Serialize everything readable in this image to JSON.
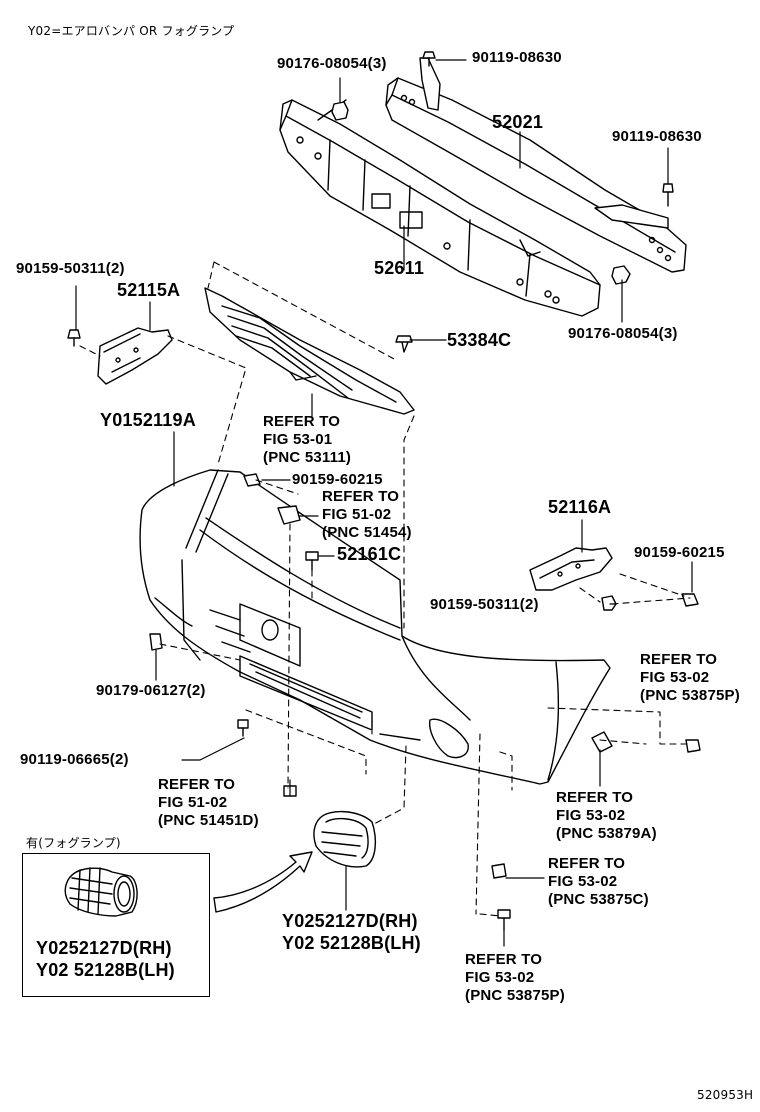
{
  "header": {
    "note": "Y02=エアロバンパ OR フォグランプ"
  },
  "footer": {
    "code": "520953H"
  },
  "labels": {
    "bolt_90176_top": "90176-08054(3)",
    "bolt_90119_top": "90119-08630",
    "reinforcement_52021": "52021",
    "bolt_90119_right": "90119-08630",
    "bolt_90159_50311_left": "90159-50311(2)",
    "absorber_52611": "52611",
    "bracket_52115A": "52115A",
    "bolt_90176_right": "90176-08054(3)",
    "clip_53384C": "53384C",
    "bumper_cover": "Y0152119A",
    "refer_53111": "REFER TO\nFIG 53-01\n(PNC 53111)",
    "clip_90159_60215_center": "90159-60215",
    "refer_51454": "REFER TO\nFIG 51-02\n(PNC 51454)",
    "bracket_52116A": "52116A",
    "clip_52161C": "52161C",
    "clip_90159_60215_right": "90159-60215",
    "bolt_90159_50311_right": "90159-50311(2)",
    "refer_53875P_right": "REFER TO\nFIG 53-02\n(PNC 53875P)",
    "nut_90179": "90179-06127(2)",
    "bolt_90119_06665": "90119-06665(2)",
    "refer_53879A": "REFER TO\nFIG 53-02\n(PNC 53879A)",
    "refer_51451D": "REFER TO\nFIG 51-02\n(PNC 51451D)",
    "refer_53875C": "REFER TO\nFIG 53-02\n(PNC 53875C)",
    "cover_fog_rh": "Y0252127D(RH)",
    "cover_fog_lh": "Y02 52128B(LH)",
    "refer_53875P_bottom": "REFER TO\nFIG 53-02\n(PNC 53875P)"
  },
  "inset": {
    "title": "有(フォグランプ)",
    "part_rh": "Y0252127D(RH)",
    "part_lh": "Y02 52128B(LH)"
  }
}
